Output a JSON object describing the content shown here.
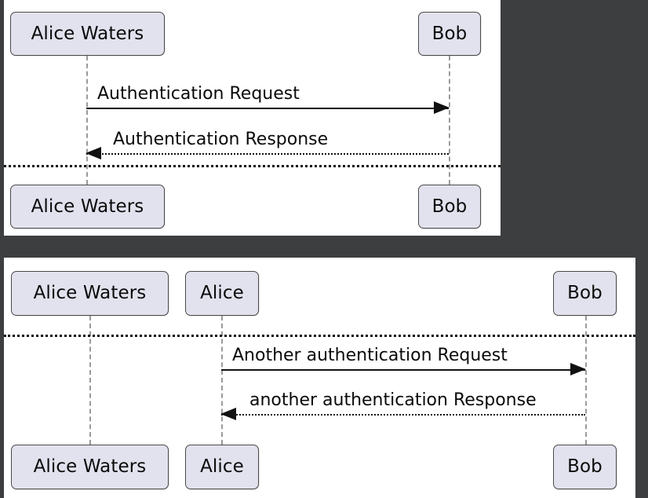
{
  "theme": {
    "page_background": "#3d3e40",
    "canvas_background": "#ffffff",
    "participant_fill": "#e2e2ee",
    "participant_border": "#4a4a4a",
    "lifeline_color": "#9a9a9a",
    "line_color": "#111111",
    "text_color": "#0a0a0a"
  },
  "diagrams": [
    {
      "id": "diagram-1",
      "participants": [
        {
          "name": "Alice Waters"
        },
        {
          "name": "Bob"
        }
      ],
      "messages": [
        {
          "label": "Authentication Request",
          "kind": "solid",
          "direction": "right"
        },
        {
          "label": "Authentication Response",
          "kind": "dotted",
          "direction": "left"
        }
      ]
    },
    {
      "id": "diagram-2",
      "participants": [
        {
          "name": "Alice Waters"
        },
        {
          "name": "Alice"
        },
        {
          "name": "Bob"
        }
      ],
      "messages": [
        {
          "label": "Another authentication Request",
          "kind": "solid",
          "direction": "right"
        },
        {
          "label": "another authentication Response",
          "kind": "dotted",
          "direction": "left"
        }
      ]
    }
  ]
}
